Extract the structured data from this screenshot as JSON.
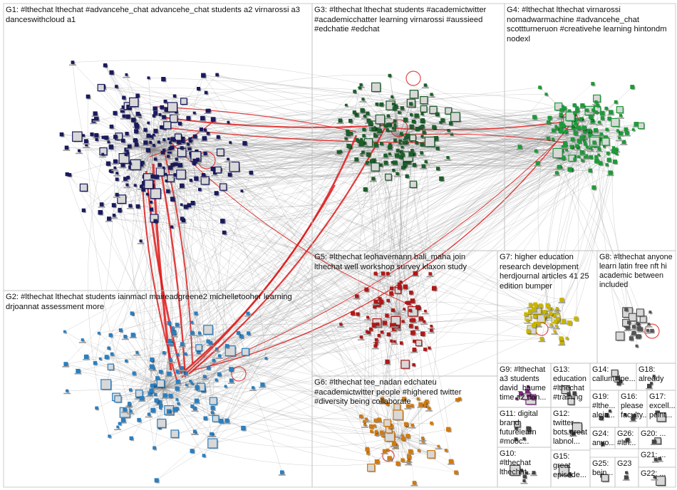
{
  "groups": [
    {
      "id": "G1",
      "label": "G1: #lthechat lthechat #advancehe_chat advancehe_chat students a2 virnarossi a3 danceswithcloud a1",
      "color": "#1a1a5e"
    },
    {
      "id": "G2",
      "label": "G2: #lthechat lthechat students iainmacl maireadgreene2 michelletooher learning drjoannat assessment more",
      "color": "#2a7fc0"
    },
    {
      "id": "G3",
      "label": "G3: #lthechat lthechat students #academictwitter #academicchatter learning virnarossi #aussieed #edchatie #edchat",
      "color": "#1c5e2a"
    },
    {
      "id": "G4",
      "label": "G4: #lthechat lthechat virnarossi nomadwarmachine #advancehe_chat scottturneruon #creativehe learning hintondm nodexl",
      "color": "#1f9a3a"
    },
    {
      "id": "G5",
      "label": "G5: #lthechat leohavemann bali_maha join lthechat well workshop survey klaxon study",
      "color": "#b01818"
    },
    {
      "id": "G6",
      "label": "G6: #lthechat tee_nadan edchateu #academictwitter people #highered twitter #diversity being collaborate",
      "color": "#d07a10"
    },
    {
      "id": "G7",
      "label": "G7: higher education research development herdjournal articles 41 25 edition bumper",
      "color": "#c8b400"
    },
    {
      "id": "G8",
      "label": "G8: #lthechat anyone learn latin free nft hi academic between included",
      "color": "#555555"
    },
    {
      "id": "G9",
      "label": "G9: #lthechat a3 students david_baume time a2 don...",
      "color": "#7a2a7a"
    },
    {
      "id": "G10",
      "label": "G10: #lthechat lthechat...",
      "color": "#444444"
    },
    {
      "id": "G11",
      "label": "G11: digital brand futurelearn #mooc...",
      "color": "#444444"
    },
    {
      "id": "G12",
      "label": "G12: twitter bots great labnol...",
      "color": "#444444"
    },
    {
      "id": "G13",
      "label": "G13: education #lthechat #training",
      "color": "#444444"
    },
    {
      "id": "G14",
      "label": "G14: callum_jpe...",
      "color": "#444444"
    },
    {
      "id": "G15",
      "label": "G15: great episode...",
      "color": "#444444"
    },
    {
      "id": "G16",
      "label": "G16: please faculty...",
      "color": "#444444"
    },
    {
      "id": "G17",
      "label": "G17: excell... point...",
      "color": "#444444"
    },
    {
      "id": "G18",
      "label": "G18: already",
      "color": "#444444"
    },
    {
      "id": "G19",
      "label": "G19: #lthe... aleja...",
      "color": "#444444"
    },
    {
      "id": "G20",
      "label": "G20: ...",
      "color": "#444444"
    },
    {
      "id": "G21",
      "label": "G21: ...",
      "color": "#444444"
    },
    {
      "id": "G22",
      "label": "G22: ...",
      "color": "#444444"
    },
    {
      "id": "G23",
      "label": "G23",
      "color": "#444444"
    },
    {
      "id": "G24",
      "label": "G24: anyo...",
      "color": "#444444"
    },
    {
      "id": "G25",
      "label": "G25: bein...",
      "color": "#444444"
    },
    {
      "id": "G26",
      "label": "G26: #lth...",
      "color": "#444444"
    }
  ],
  "colors": {
    "box_border": "#c0c0c0",
    "edge_gray": "#8a8a8a",
    "edge_red": "#e01a1a",
    "background": "#ffffff"
  }
}
